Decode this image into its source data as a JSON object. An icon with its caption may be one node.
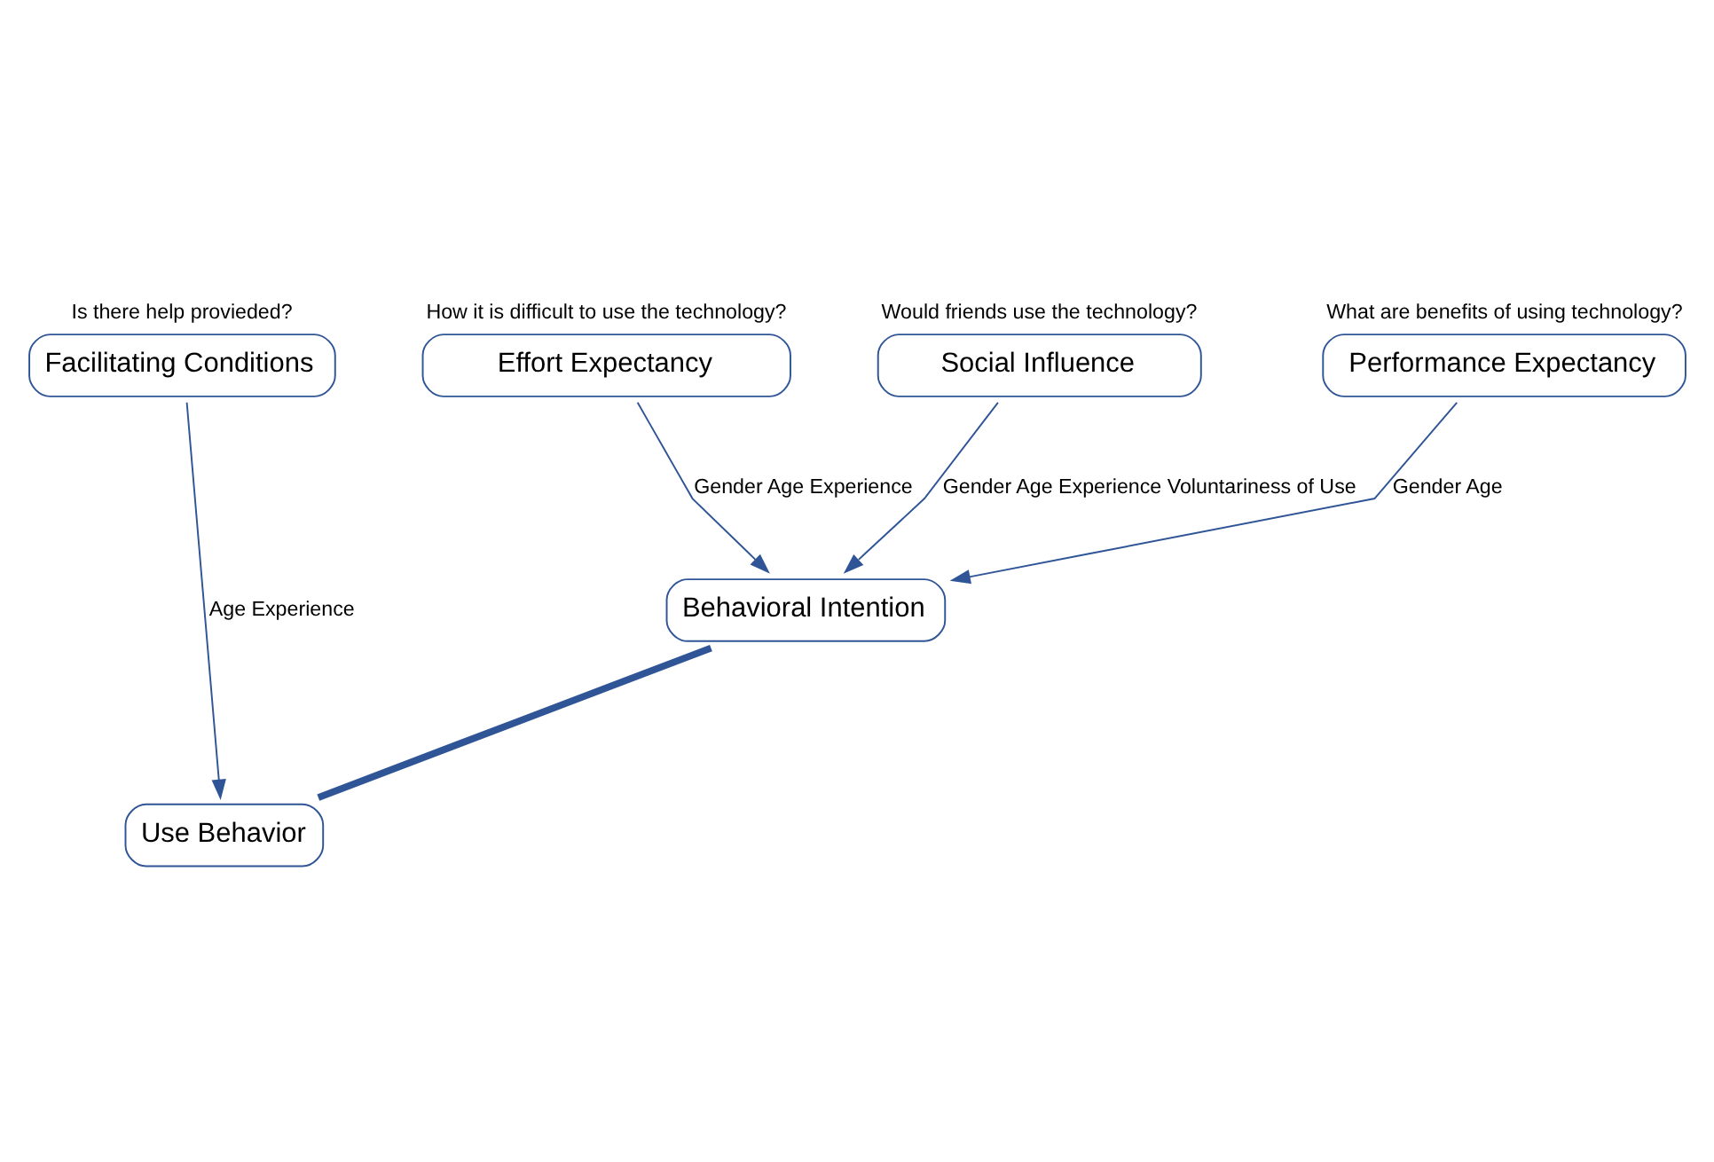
{
  "diagram": {
    "nodes": [
      {
        "text": [
          "Performance Expectancy"
        ],
        "beside": [
          "What are benefits of using technology?"
        ]
      },
      {
        "text": [
          "Effort Expectancy"
        ],
        "beside": [
          "How it is difficult to use the technology?"
        ]
      },
      {
        "text": [
          "Social Influence"
        ],
        "beside": [
          "Would friends use the technology?"
        ]
      },
      {
        "text": [
          "Facilitating Conditions"
        ],
        "beside": [
          "Is there help provieded?"
        ]
      },
      {
        "text": [
          "Behavioral Intention"
        ]
      },
      {
        "text": [
          "Use Behavior"
        ]
      }
    ],
    "edges": [
      {
        "from": 0,
        "to": 4,
        "arrow": "to",
        "label": "Gender Age"
      },
      {
        "from": 1,
        "to": 4,
        "arrow": "to",
        "label": "Gender Age Experience"
      },
      {
        "from": 2,
        "to": 4,
        "arrow": "to",
        "label": "Gender Age Experience Voluntariness of Use"
      },
      {
        "from": 4,
        "to": 5,
        "arrow": "none",
        "style": "thick"
      },
      {
        "from": 3,
        "to": 5,
        "arrow": "to",
        "label": "Age Experience"
      }
    ]
  }
}
